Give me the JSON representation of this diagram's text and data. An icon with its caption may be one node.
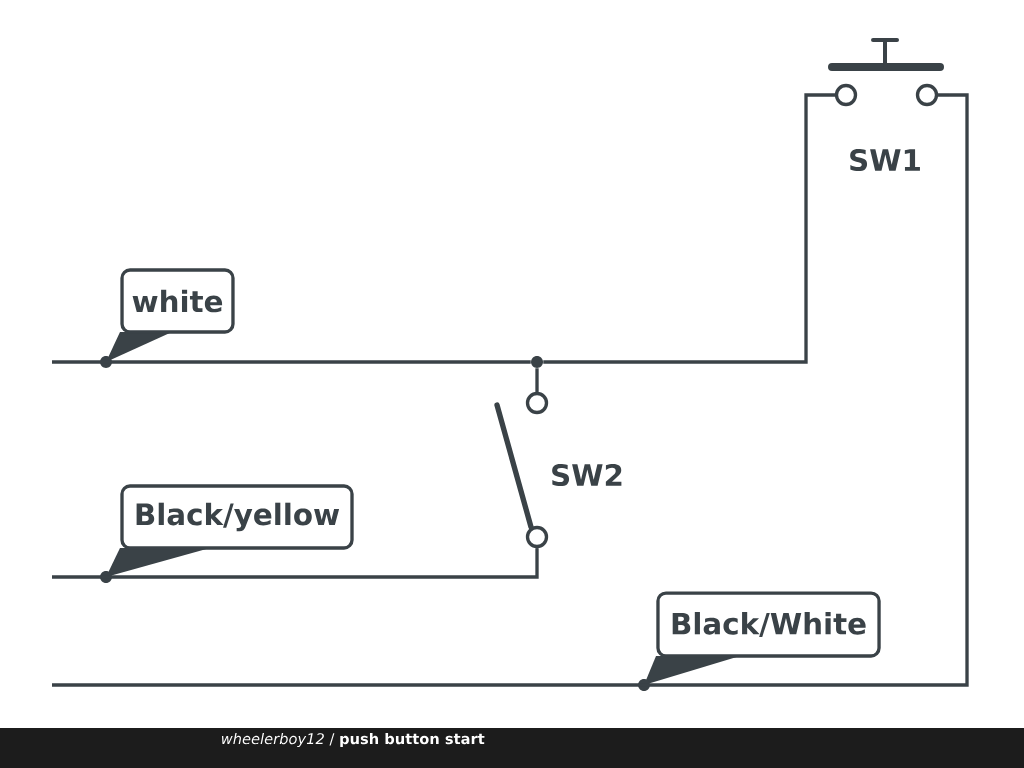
{
  "diagram": {
    "nodes": [
      {
        "text": [
          "white"
        ]
      },
      {
        "text": [
          "Black/yellow"
        ]
      },
      {
        "text": [
          "Black/White"
        ]
      },
      {
        "text": [],
        "shape": "switch",
        "beside": [
          "SW1"
        ]
      },
      {
        "text": [],
        "shape": "switch",
        "beside": [
          "SW2"
        ]
      },
      {
        "text": [],
        "shape": "circle"
      }
    ],
    "edges": [
      {
        "from": null,
        "to": 5,
        "arrow": "none"
      },
      {
        "from": 5,
        "to": 3,
        "arrow": "none"
      },
      {
        "from": 5,
        "to": 4,
        "arrow": "none"
      },
      {
        "from": 4,
        "to": null,
        "arrow": "none"
      },
      {
        "from": 3,
        "to": null,
        "arrow": "none"
      }
    ],
    "labels": [
      "*wheelerboy12* / **push button start**"
    ]
  }
}
